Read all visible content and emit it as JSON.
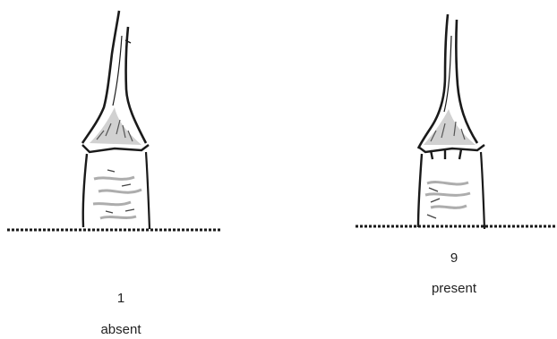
{
  "figures": [
    {
      "number": "1",
      "caption": "absent"
    },
    {
      "number": "9",
      "caption": "present"
    }
  ],
  "colors": {
    "ink": "#1a1a1a",
    "shade": "#8a8a8a",
    "paper": "#ffffff"
  }
}
